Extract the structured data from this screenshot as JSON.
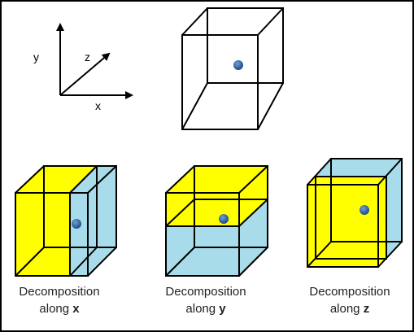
{
  "axes": {
    "y_label": "y",
    "z_label": "z",
    "x_label": "x"
  },
  "colors": {
    "highlight": "#ffff00",
    "fill": "#a8dceb",
    "point": "#2c5f9e",
    "line": "#000000"
  },
  "captions": [
    {
      "text": "Decomposition",
      "prefix": "along ",
      "axis": "x"
    },
    {
      "text": "Decomposition",
      "prefix": "along ",
      "axis": "y"
    },
    {
      "text": "Decomposition",
      "prefix": "along ",
      "axis": "z"
    }
  ]
}
